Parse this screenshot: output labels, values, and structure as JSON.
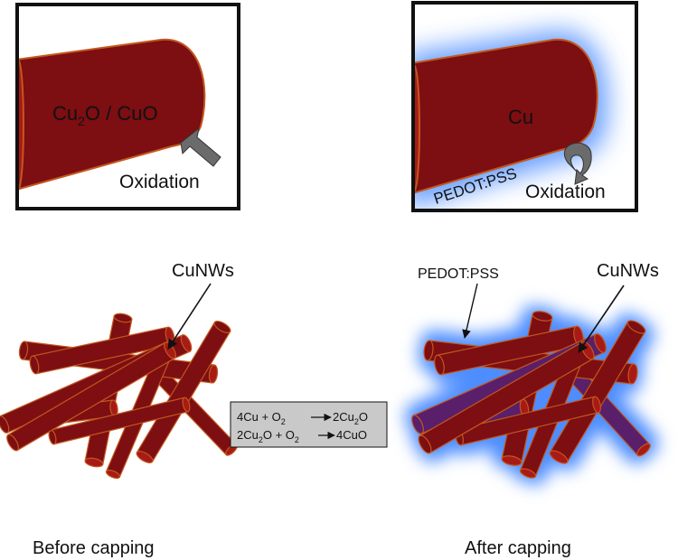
{
  "colors": {
    "wire": "#7d0e12",
    "wire_edge": "#c2571e",
    "wire_cap": "#a81a16",
    "pedot_glow": "#4d8dff",
    "pedot_wire": "#5a1f6a",
    "arrow": "#6b6b6b",
    "reaction_box": "#c9c9c9"
  },
  "panel_left": {
    "wire_label_main": "Cu",
    "wire_label_sub1": "2",
    "wire_label_rest": "O / CuO",
    "oxidation_label": "Oxidation"
  },
  "panel_right": {
    "wire_label": "Cu",
    "coating_label": "PEDOT:PSS",
    "oxidation_label": "Oxidation"
  },
  "network_left": {
    "cunws_label": "CuNWs",
    "caption": "Before capping"
  },
  "network_right": {
    "pedot_label": "PEDOT:PSS",
    "cunws_label": "CuNWs",
    "caption": "After capping"
  },
  "reactions": {
    "r1_lhs_a": "4Cu + O",
    "r1_lhs_sub": "2",
    "r1_rhs_a": "2Cu",
    "r1_rhs_sub": "2",
    "r1_rhs_b": "O",
    "r2_lhs_a": "2Cu",
    "r2_lhs_sub1": "2",
    "r2_lhs_b": "O + O",
    "r2_lhs_sub2": "2",
    "r2_rhs": "4CuO"
  }
}
